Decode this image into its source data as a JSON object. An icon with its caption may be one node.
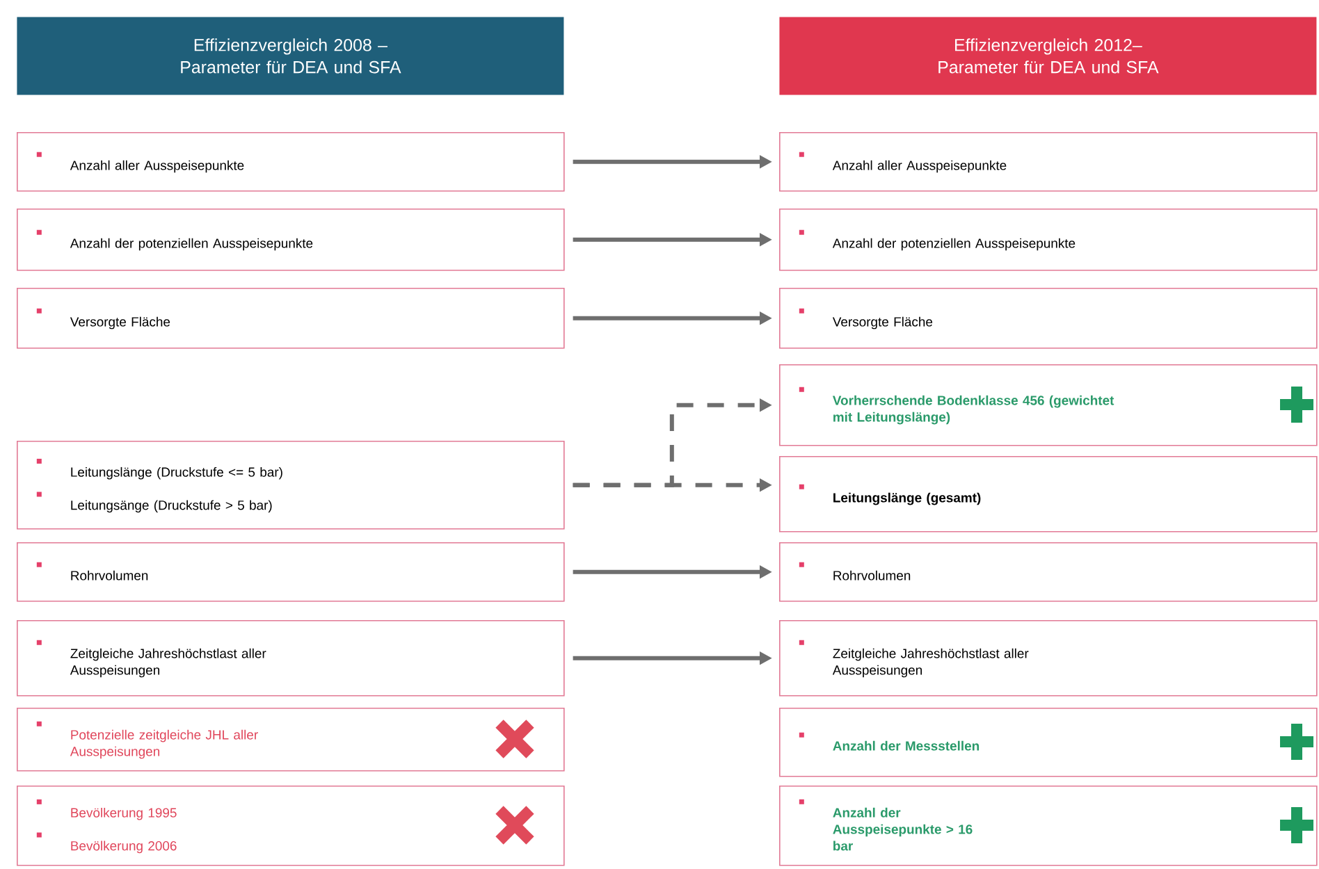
{
  "diagram": {
    "nodes": [
      {
        "text": [
          "Effizienzvergleich 2008 – Parameter für DEA und SFA"
        ]
      },
      {
        "text": [
          "Effizienzvergleich 2012– Parameter für DEA und SFA"
        ]
      },
      {
        "text": [
          "Anzahl aller Ausspeisepunkte"
        ]
      },
      {
        "text": [
          "Anzahl der potenziellen Ausspeisepunkte"
        ]
      },
      {
        "text": [
          "Versorgte Fläche"
        ]
      },
      {
        "text": [
          "Leitungslänge (Druckstufe <= 5 bar)",
          "Leitungsänge (Druckstufe > 5 bar)"
        ]
      },
      {
        "text": [
          "Rohrvolumen"
        ]
      },
      {
        "text": [
          "Zeitgleiche Jahreshöchstlast aller Ausspeisungen"
        ]
      },
      {
        "text": [
          "Potenzielle zeitgleiche JHL aller Ausspeisungen"
        ]
      },
      {
        "text": [
          "Bevölkerung 1995",
          "Bevölkerung 2006"
        ]
      },
      {
        "text": [
          "Anzahl aller Ausspeisepunkte"
        ]
      },
      {
        "text": [
          "Anzahl der potenziellen Ausspeisepunkte"
        ]
      },
      {
        "text": [
          "Versorgte Fläche"
        ]
      },
      {
        "text": [
          "Vorherrschende Bodenklasse 456 (gewichtet mit Leitungslänge)"
        ]
      },
      {
        "text": [
          "Leitungslänge (gesamt)"
        ]
      },
      {
        "text": [
          "Rohrvolumen"
        ]
      },
      {
        "text": [
          "Zeitgleiche Jahreshöchstlast aller Ausspeisungen"
        ]
      },
      {
        "text": [
          "Anzahl der Messstellen"
        ]
      },
      {
        "text": [
          "Anzahl der Ausspeisepunkte > 16 bar"
        ]
      }
    ],
    "edges": [
      {
        "from": 2,
        "to": 10,
        "arrow": "to"
      },
      {
        "from": 3,
        "to": 11,
        "arrow": "to"
      },
      {
        "from": 4,
        "to": 12,
        "arrow": "to"
      },
      {
        "from": 5,
        "to": 13,
        "arrow": "to",
        "style": "dashed"
      },
      {
        "from": 5,
        "to": 14,
        "arrow": "to",
        "style": "dashed"
      },
      {
        "from": 6,
        "to": 15,
        "arrow": "to"
      },
      {
        "from": 7,
        "to": 16,
        "arrow": "to"
      }
    ]
  }
}
